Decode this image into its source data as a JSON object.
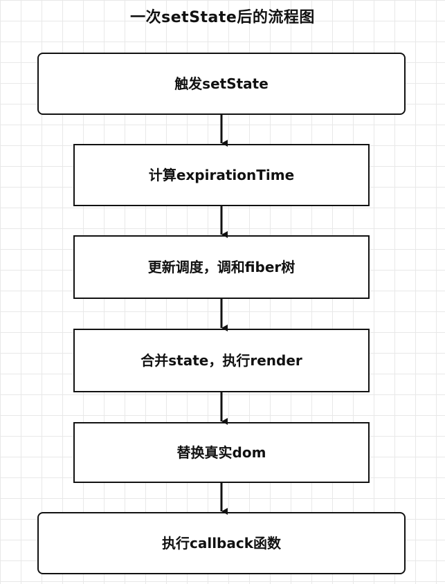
{
  "title": "一次setState后的流程图",
  "steps": [
    {
      "label": "触发setState"
    },
    {
      "label": "计算expirationTime"
    },
    {
      "label": "更新调度，调和fiber树"
    },
    {
      "label": "合并state，执行render"
    },
    {
      "label": "替换真实dom"
    },
    {
      "label": "执行callback函数"
    }
  ],
  "colors": {
    "line": "#111111",
    "grid": "#e8e8e8",
    "background": "#ffffff"
  }
}
